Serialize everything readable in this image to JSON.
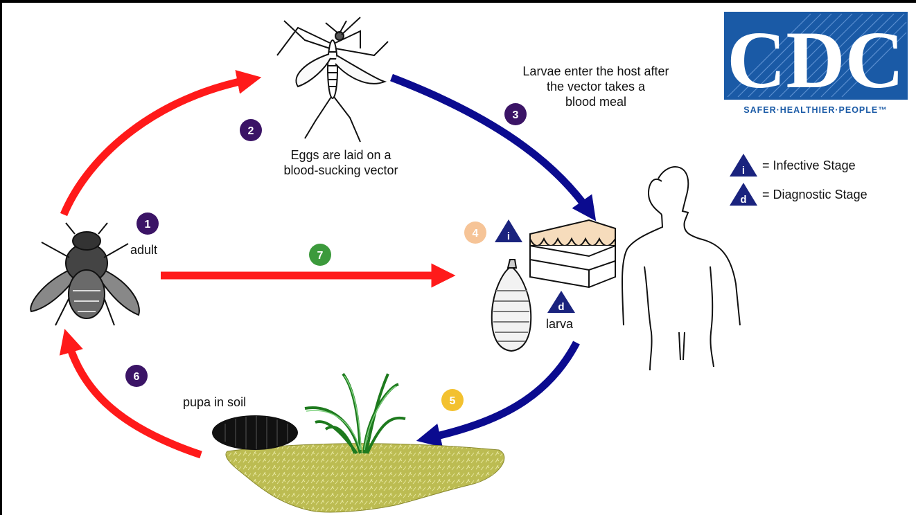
{
  "labels": {
    "eggs_line1": "Eggs are laid on a",
    "eggs_line2": "blood-sucking vector",
    "larvae_line1": "Larvae enter the host after",
    "larvae_line2": "the vector takes a",
    "larvae_line3": "blood meal",
    "adult": "adult",
    "larva": "larva",
    "pupa": "pupa in soil"
  },
  "legend": {
    "infective_letter": "i",
    "infective_text": "= Infective Stage",
    "diagnostic_letter": "d",
    "diagnostic_text": "= Diagnostic Stage"
  },
  "logo": {
    "letters": "CDC",
    "tagline": "SAFER·HEALTHIER·PEOPLE™"
  },
  "steps": [
    {
      "number": "1",
      "color": "#3b1466"
    },
    {
      "number": "2",
      "color": "#3b1466"
    },
    {
      "number": "3",
      "color": "#3b1466"
    },
    {
      "number": "4",
      "color": "#f6c497"
    },
    {
      "number": "5",
      "color": "#f3c12f"
    },
    {
      "number": "6",
      "color": "#3b1466"
    },
    {
      "number": "7",
      "color": "#3c9a3c"
    }
  ],
  "colors": {
    "red_arrow": "#ff1a1a",
    "blue_arrow": "#0b0b8f",
    "triangle": "#1a237e",
    "cdc_blue": "#1a5aa6",
    "soil": "#b8b84a"
  }
}
